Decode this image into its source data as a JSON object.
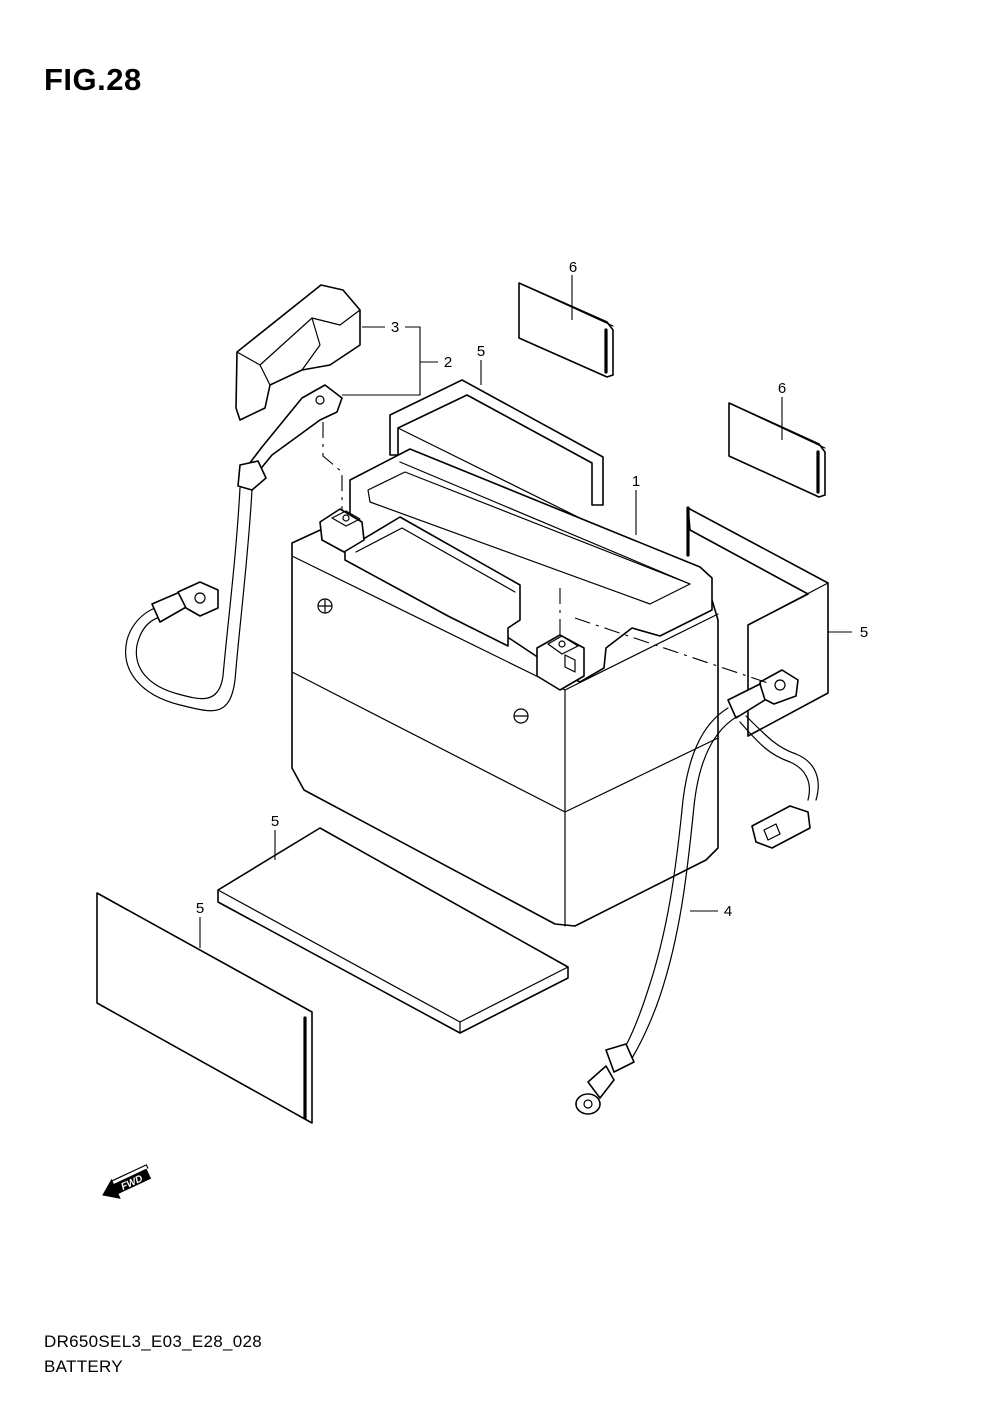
{
  "figure": {
    "title": "FIG.28"
  },
  "callouts": {
    "battery": "1",
    "plus_lead_assembly": "2",
    "terminal_cover": "3",
    "minus_lead": "4",
    "pad_top": "5",
    "pad_right": "5",
    "pad_bottom_center": "5",
    "pad_bottom_left": "5",
    "label_top": "6",
    "label_right": "6"
  },
  "fwd_indicator": {
    "text": "FWD"
  },
  "footer": {
    "diagram_code": "DR650SEL3_E03_E28_028",
    "section_name": "BATTERY"
  }
}
